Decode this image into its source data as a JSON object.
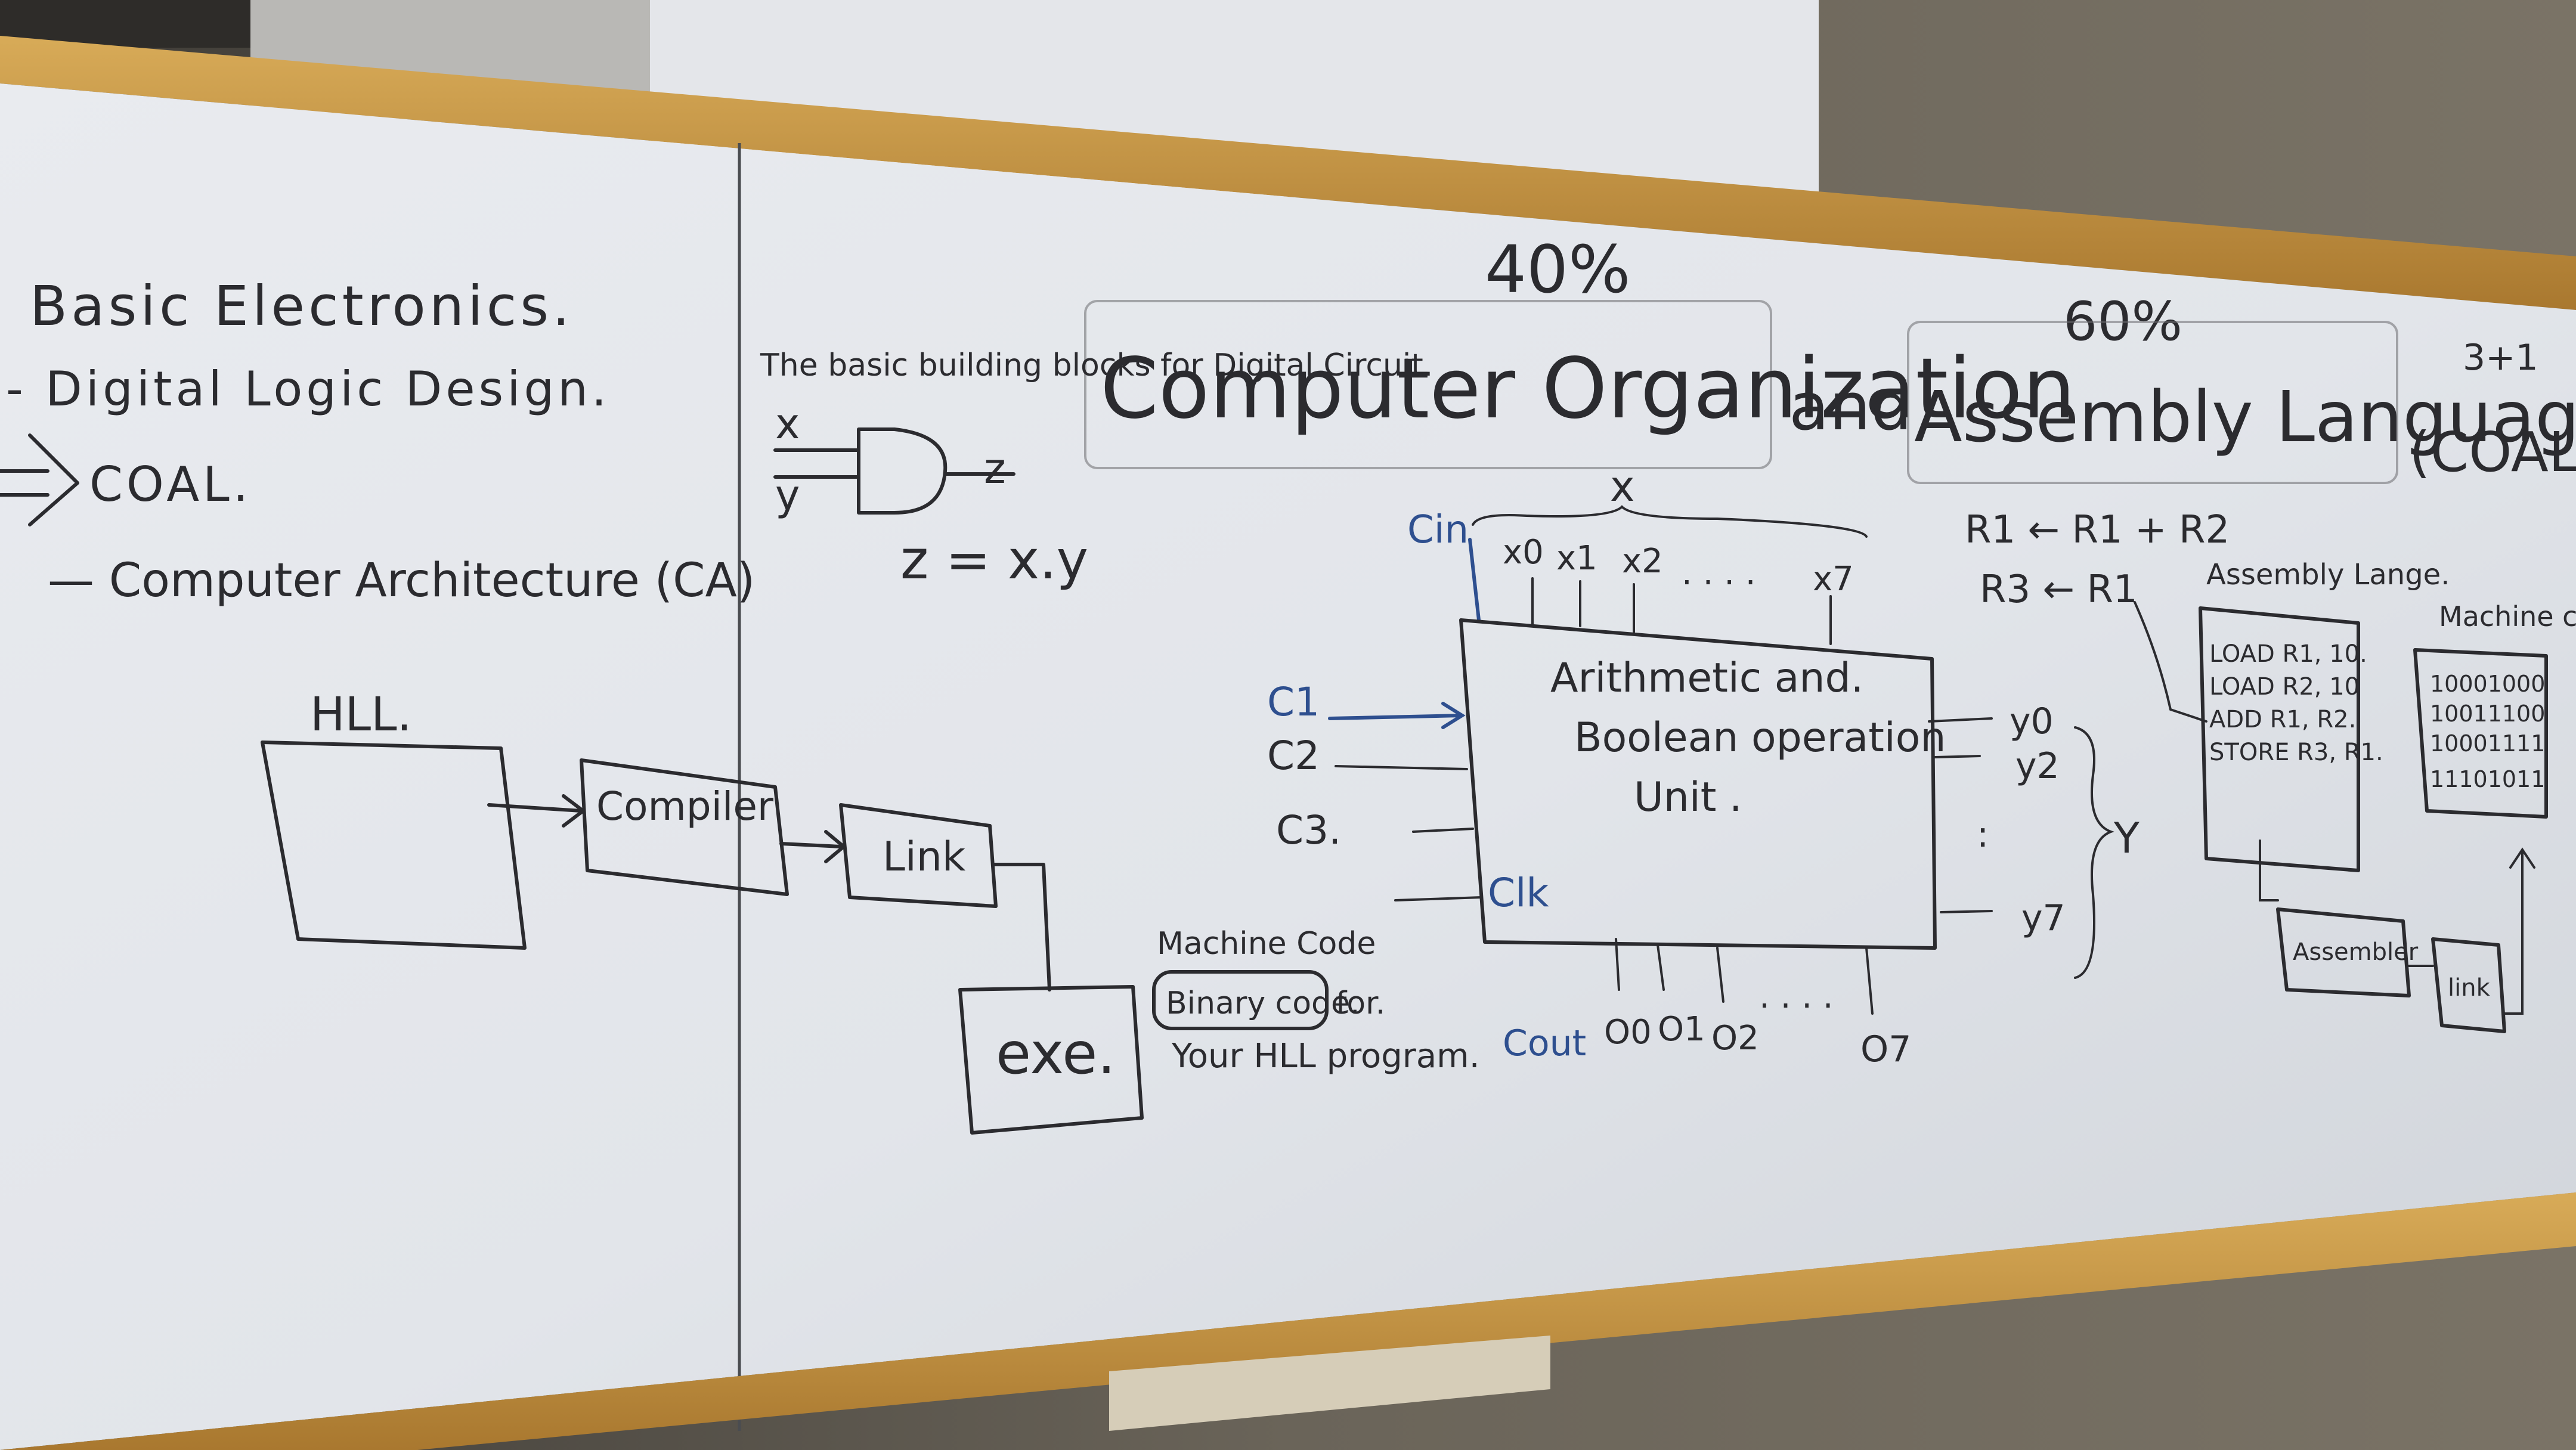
{
  "left_panel": {
    "line1": "Basic Electronics.",
    "line2": "- Digital Logic Design.",
    "line3": "COAL.",
    "line4": "— Computer Architecture (CA)",
    "hll_label": "HLL.",
    "compiler_label": "Compiler",
    "link_label": "Link",
    "exe_label": "exe.",
    "machine_code_label": "Machine Code",
    "binary_code_label": "Binary code.",
    "binary_for": "for.",
    "binary_note": "Your HLL program."
  },
  "center_panel": {
    "percent_left": "40%",
    "percent_right": "60%",
    "course_suffix": "3+1",
    "title_part1": "Computer Organization",
    "title_and": "and",
    "title_part2": "Assembly Language",
    "title_abbrev": "(COAL",
    "gate_caption": "The basic building blocks for Digital Circuit.",
    "gate_x": "x",
    "gate_y": "y",
    "gate_z": "z",
    "gate_equation": "z = x.y",
    "alu_title": "Arithmetic and Boolean operation Unit.",
    "alu_bus_label": "x",
    "cin": "Cin",
    "x0": "x0",
    "x1": "x1",
    "x2": "x2",
    "x_dots": ". . . .",
    "x7": "x7",
    "c1": "C1",
    "c2": "C2",
    "c3": "C3.",
    "clk": "Clk",
    "y0": "y0",
    "y2": "y2",
    "y7": "y7",
    "y_dots": ":",
    "bus_right": "Y",
    "cout": "Cout",
    "o0": "O0",
    "o1": "O1",
    "o2": "O2",
    "o_dots": ". . . .",
    "o7": "O7"
  },
  "right_panel": {
    "reg1": "R1 ← R1 + R2",
    "reg2": "R3 ← R1",
    "assembly_heading": "Assembly Lange.",
    "machine_heading": "Machine code",
    "asm_lines": [
      "LOAD R1, 10.",
      "LOAD R2, 10",
      "ADD R1, R2.",
      "STORE R3, R1."
    ],
    "bin_lines": [
      "10001000",
      "10011100",
      "10001111",
      "11101011"
    ],
    "assembler_label": "Assembler",
    "linker_label": "link"
  },
  "colors": {
    "board": "#e6e8ec",
    "board_shadow": "#cfd2d8",
    "frame_wood": "#c99a48",
    "ink_black": "#2b2b2f",
    "ink_blue": "#2e4f8f",
    "wall": "#5a554c"
  }
}
